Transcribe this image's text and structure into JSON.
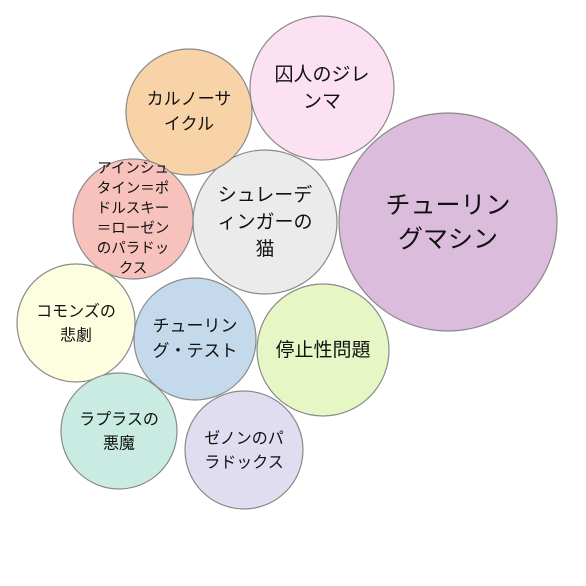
{
  "chart_data": {
    "type": "bubble",
    "bubbles": [
      {
        "id": "turing-machine",
        "lines": [
          "チューリン",
          "グマシン"
        ],
        "color": "#dcbcdc"
      },
      {
        "id": "prisoners-dilemma",
        "lines": [
          "囚人のジレ",
          "ンマ"
        ],
        "color": "#fbe1f1"
      },
      {
        "id": "schrodingers-cat",
        "lines": [
          "シュレーデ",
          "ィンガーの",
          "猫"
        ],
        "color": "#ebebeb"
      },
      {
        "id": "halting-problem",
        "lines": [
          "停止性問題"
        ],
        "color": "#e6f6c4"
      },
      {
        "id": "carnot-cycle",
        "lines": [
          "カルノーサ",
          "イクル"
        ],
        "color": "#f9d3a8"
      },
      {
        "id": "epr-paradox",
        "lines": [
          "アインシュ",
          "タイン＝ポ",
          "ドルスキー",
          "＝ローゼン",
          "のパラドッ",
          "クス"
        ],
        "color": "#f7c2bb"
      },
      {
        "id": "turing-test",
        "lines": [
          "チューリン",
          "グ・テスト"
        ],
        "color": "#c5d9ec"
      },
      {
        "id": "tragedy-of-commons",
        "lines": [
          "コモンズの",
          "悲劇"
        ],
        "color": "#fdfde0"
      },
      {
        "id": "zenos-paradoxes",
        "lines": [
          "ゼノンのパ",
          "ラドックス"
        ],
        "color": "#e1ddf0"
      },
      {
        "id": "laplaces-demon",
        "lines": [
          "ラプラスの",
          "悪魔"
        ],
        "color": "#c9ebe1"
      }
    ]
  }
}
